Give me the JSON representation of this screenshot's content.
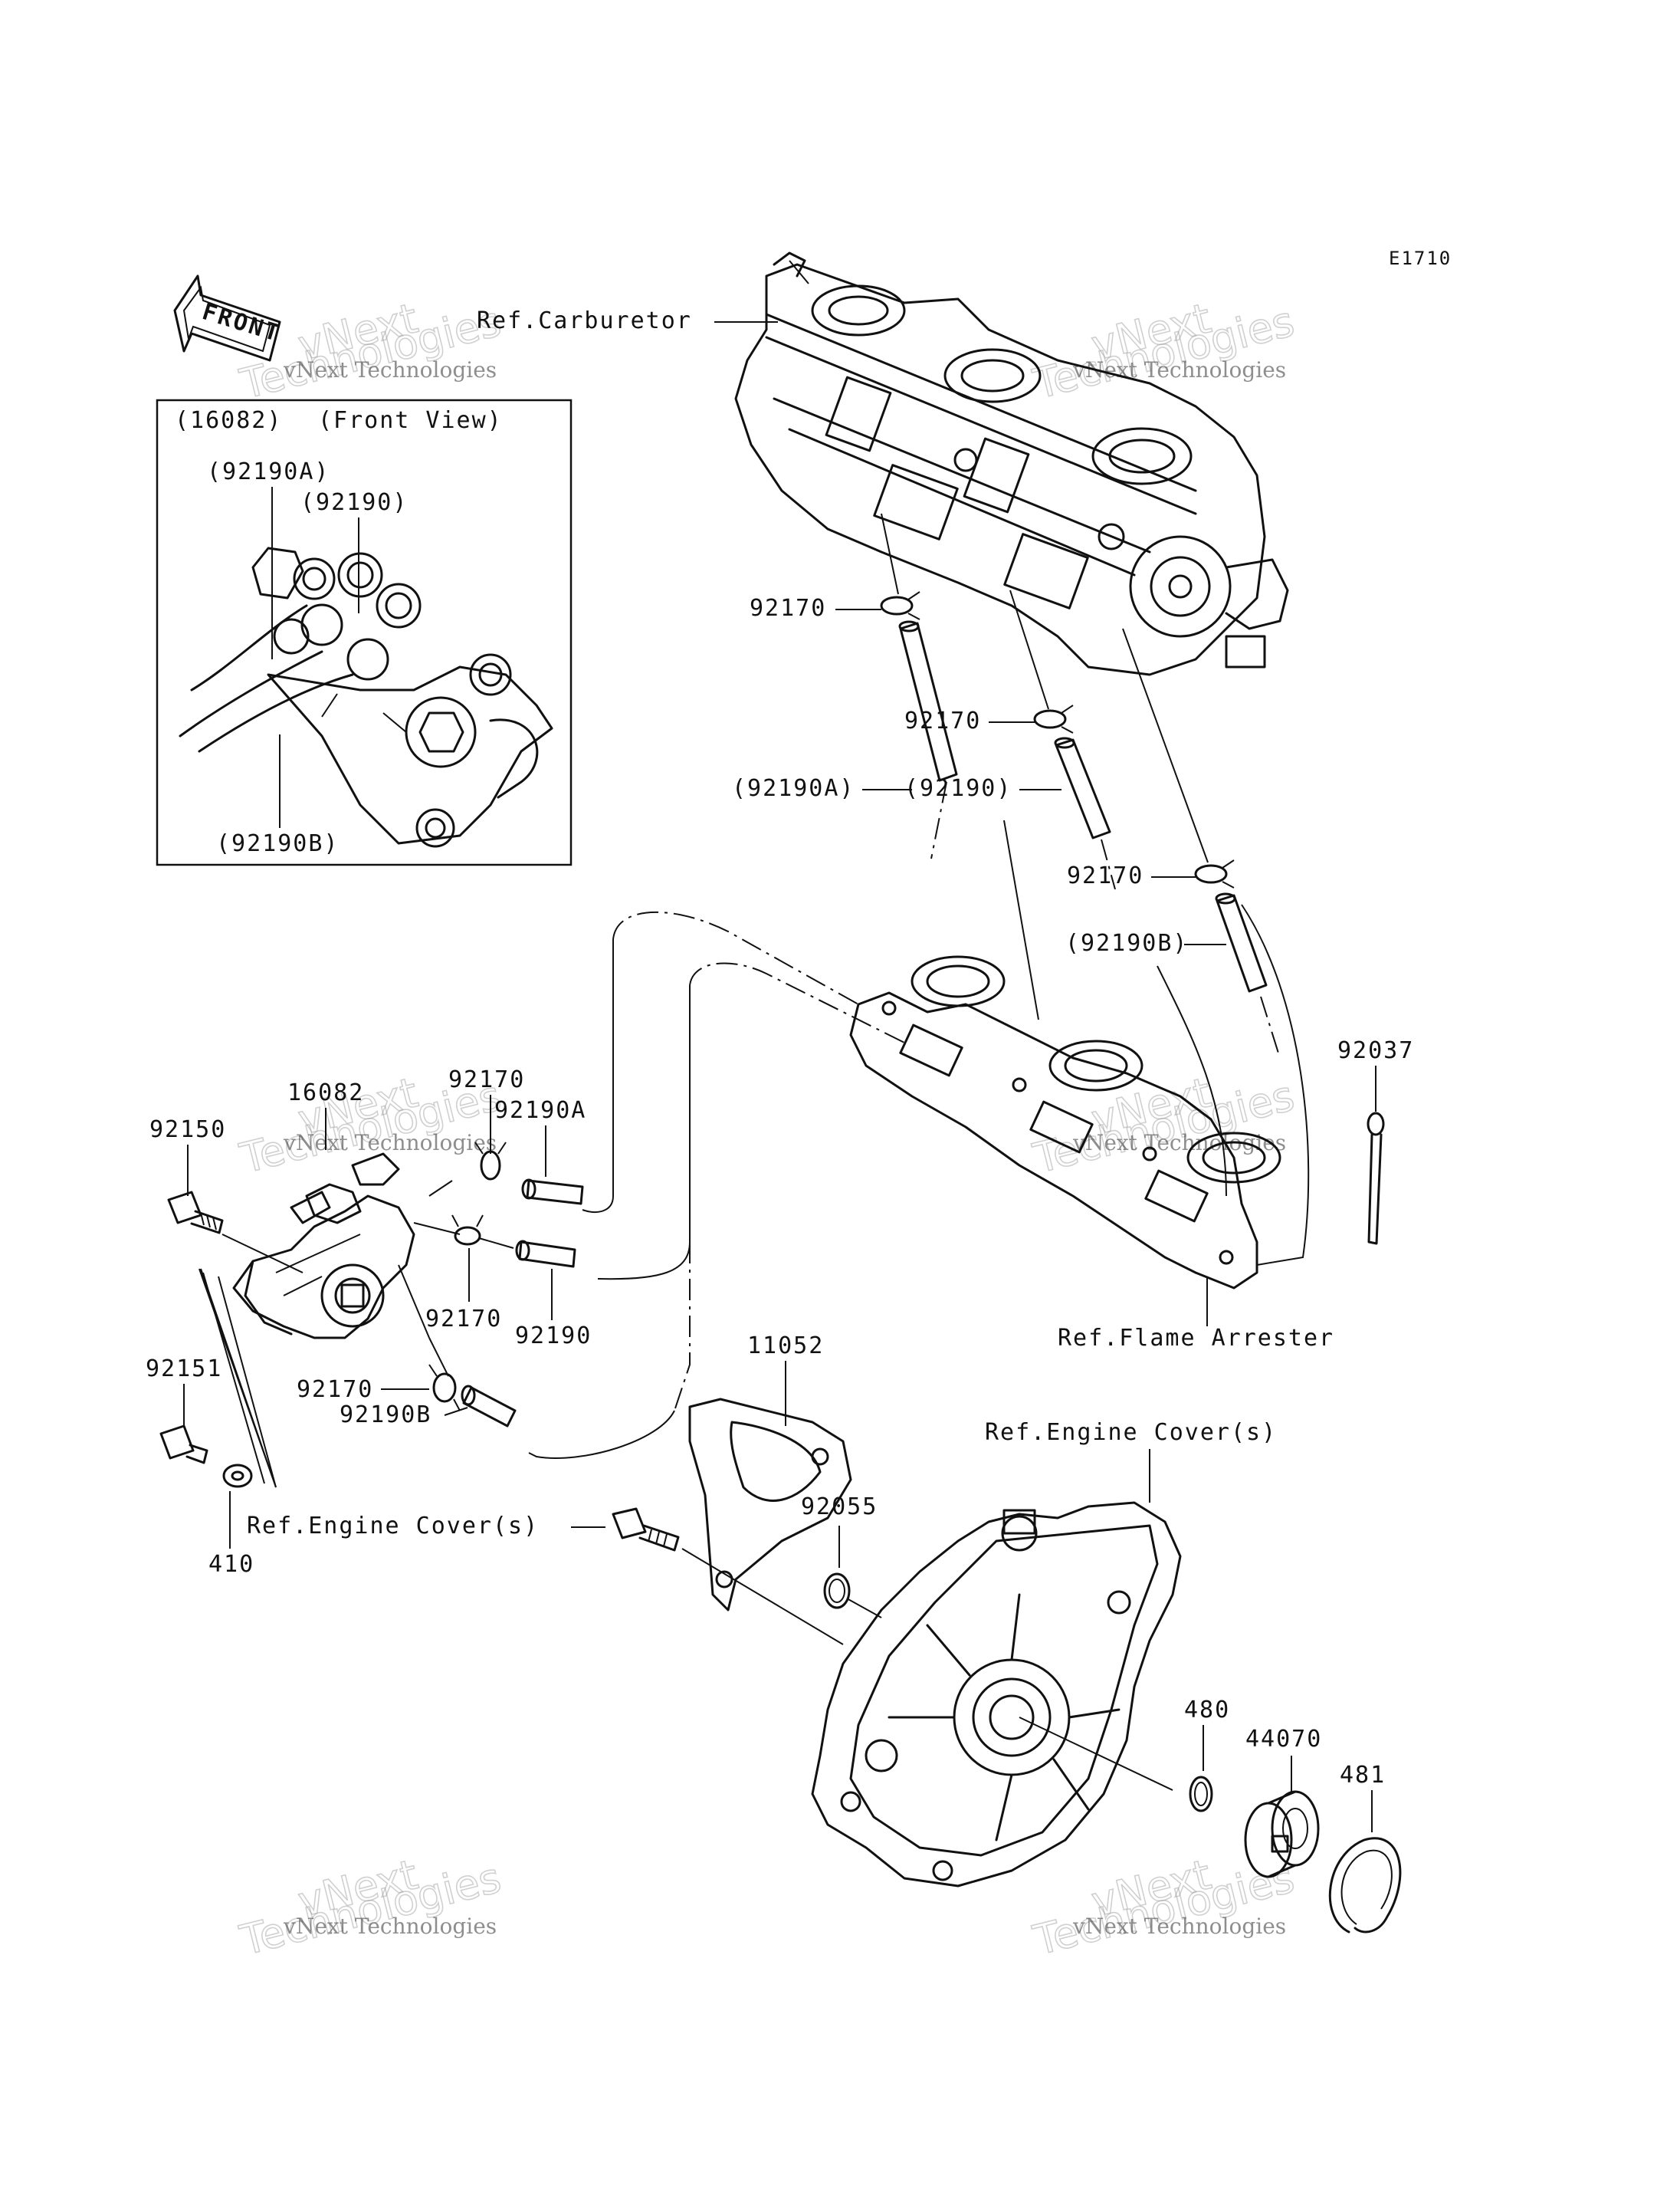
{
  "diagram_code": "E1710",
  "front_arrow_text": "FRONT",
  "inset": {
    "title_part": "(16082)",
    "title_view": "(Front View)",
    "labels": [
      "(92190A)",
      "(92190)",
      "(92190B)"
    ]
  },
  "labels": {
    "ref_carburetor": "Ref.Carburetor",
    "p92170_a": "92170",
    "p92190A_paren": "(92190A)",
    "p92170_b": "92170",
    "p92190_paren": "(92190)",
    "p92170_c": "92170",
    "p92190B_paren": "(92190B)",
    "p92037": "92037",
    "ref_flame_arrester": "Ref.Flame Arrester",
    "p16082": "16082",
    "p92170_d": "92170",
    "p92190A": "92190A",
    "p92150": "92150",
    "p92170_e": "92170",
    "p92190": "92190",
    "p92170_f": "92170",
    "p92190B": "92190B",
    "p92151": "92151",
    "p410": "410",
    "ref_engine_cover_left": "Ref.Engine Cover(s)",
    "p11052": "11052",
    "ref_engine_cover_right": "Ref.Engine Cover(s)",
    "p92055": "92055",
    "p480": "480",
    "p44070": "44070",
    "p481": "481"
  },
  "watermarks": [
    {
      "line_a": "vNext Technologies",
      "line_b": "Technologies"
    },
    {
      "line_a": "vNext Technologies",
      "line_b": "Technologies"
    },
    {
      "line_a": "vNext Technologies",
      "line_b": "Technologies"
    },
    {
      "line_a": "vNext Technologies",
      "line_b": "Technologies"
    },
    {
      "line_a": "vNext Technologies",
      "line_b": "Technologies"
    },
    {
      "line_a": "vNext Technologies",
      "line_b": "Technologies"
    }
  ]
}
